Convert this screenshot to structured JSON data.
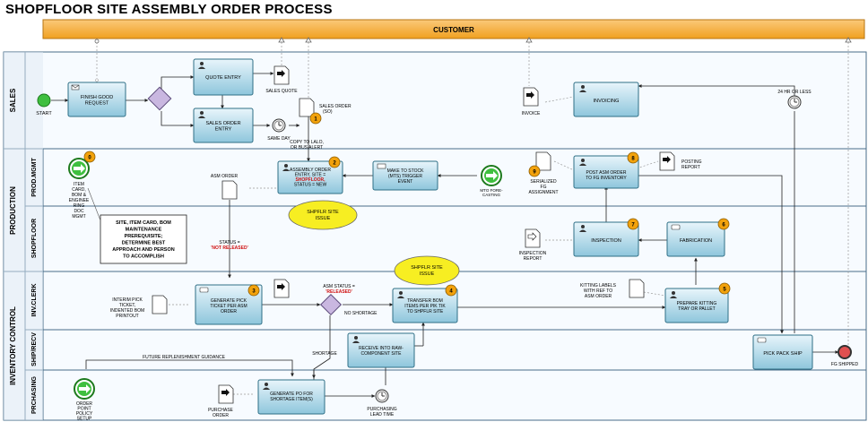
{
  "title": "SHOPFLOOR SITE ASSEMBLY ORDER PROCESS",
  "customer_pool": "CUSTOMER",
  "pools": {
    "sales": "SALES",
    "production": "PRODUCTION",
    "inventory_control": "INVENTORY CONTROL"
  },
  "lanes": {
    "prod_mgmt": "PROD.MGMT",
    "shopfloor": "SHOPFLOOR",
    "inv_clerk": "INV.CLERK",
    "ship_recv": "SHIP/RECV",
    "purchasing": "PRCHASING"
  },
  "events": {
    "start": "START",
    "fg_shipped": "FG SHIPPED",
    "same_day": "SAME DAY",
    "within_24hr": "24 HR OR LESS",
    "mto_forecasting": [
      "MTO FORE-",
      "CASTING"
    ],
    "purchasing_lead_time": [
      "PURCHASING",
      "LEAD TIME"
    ]
  },
  "tasks": {
    "finish_good_request": [
      "FINISH GOOD",
      "REQUEST"
    ],
    "quote_entry": [
      "QUOTE ENTRY"
    ],
    "sales_order_entry": [
      "SALES ORDER",
      "ENTRY"
    ],
    "invoicing": [
      "INVOICING"
    ],
    "assembly_order_entry": [
      "ASSEMBLY ORDER",
      "ENTRY, SITE =",
      "SHOPFLOOR,",
      "STATUS = NEW"
    ],
    "make_to_stock": [
      "MAKE TO STOCK",
      "(MTS) TRIGGER",
      "EVENT"
    ],
    "post_asm_order": [
      "POST ASM ORDER",
      "TO FG INVENTORY"
    ],
    "inspection": [
      "INSPECTION"
    ],
    "fabrication": [
      "FABRICATION"
    ],
    "generate_pick_ticket": [
      "GENERATE PICK",
      "TICKET PER ASM",
      "ORDER"
    ],
    "transfer_bom": [
      "TRANSFER BOM",
      "ITEMS PER PIK TIK",
      "TO SHPFLR SITE"
    ],
    "prepare_kitting": [
      "PREPARE KITTING",
      "TRAY OR PALLET"
    ],
    "receive_raw": [
      "RECEIVE INTO RAW-",
      "COMPONENT SITE"
    ],
    "pick_pack_ship": [
      "PICK PACK SHIP"
    ],
    "generate_po": [
      "GENERATE PO FOR",
      "SHORTAGE ITEM(S)"
    ]
  },
  "documents": {
    "sales_quote": [
      "SALES QUOTE"
    ],
    "sales_order": [
      "SALES ORDER",
      "(SO)"
    ],
    "invoice": [
      "INVOICE"
    ],
    "asm_order": [
      "ASM ORDER"
    ],
    "serialized_fg": [
      "SERIALIZED",
      "FG",
      "ASSIGNMENT"
    ],
    "posting_report": [
      "POSTING",
      "REPORT"
    ],
    "inspection_report": [
      "INSPECTION",
      "REPORT"
    ],
    "interim_pick_ticket": [
      "INTERIM PICK",
      "TICKET,",
      "INDENTED BOM",
      "PRINTOUT"
    ],
    "kitting_labels": [
      "KITTING LABELS",
      "WITH REF TO",
      "ASM ORDER"
    ],
    "purchase_order": [
      "PURCHASE",
      "ORDER"
    ],
    "item_card": [
      "ITEM",
      "CARD,",
      "BOM &",
      "ENGINEE",
      "RING",
      "DOC",
      "MGMT"
    ],
    "order_point_policy": [
      "ORDER",
      "POINT",
      "POLICY",
      "SETUP"
    ]
  },
  "annotations": {
    "copy_to_lalo": [
      "COPY TO LALO,",
      "OR BUS ALERT"
    ],
    "status_not_released": [
      "STATUS =",
      "'NOT RELEASED'"
    ],
    "asm_status_released": [
      "ASM STATUS =",
      "'RELEASED'"
    ],
    "no_shortage": "NO  SHORTAGE",
    "shortage": "SHORTAGE",
    "future_replenishment": "FUTURE REPLENISHMENT GUIDANCE",
    "site_note": [
      "SITE, ITEM CARD, BOM",
      "MAINTENANCE",
      "PREREQUISITE;",
      "DETERMINE BEST",
      "APPROACH AND PERSON",
      "TO ACCOMPLISH"
    ],
    "shpflr_issue_1": [
      "SHPFLR SITE",
      "ISSUE"
    ],
    "shpflr_issue_2": [
      "SHPFLR SITE",
      "ISSUE"
    ]
  },
  "badges": [
    "0",
    "1",
    "2",
    "3",
    "4",
    "5",
    "6",
    "7",
    "8",
    "9"
  ],
  "colors": {
    "customer_band": "#f6a928",
    "task_top": "#dff0f8",
    "task_bottom": "#9ccfe3",
    "gateway": "#c9b7e0",
    "callout": "#f7ee22",
    "badge": "#f2a20c",
    "start_event": "#3fbf3f",
    "end_event": "#e05050"
  }
}
